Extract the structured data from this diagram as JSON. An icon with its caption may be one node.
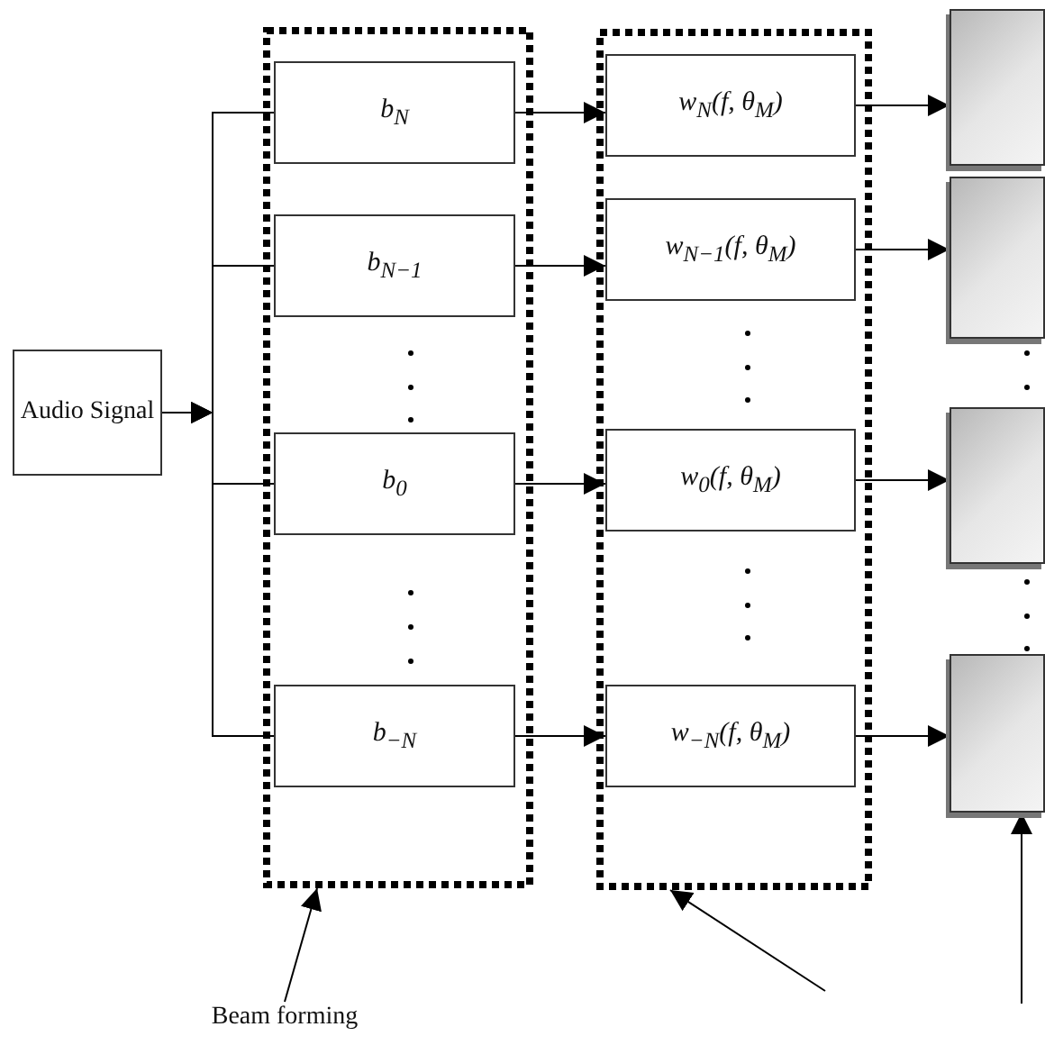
{
  "diagram": {
    "nodes": [
      {
        "text": [
          "Audio Signal"
        ]
      },
      {
        "text": [],
        "shape": "box"
      },
      {
        "text": [
          "b$_{N}$"
        ],
        "in": 1
      },
      {
        "text": [
          "b$_{N−1}$"
        ],
        "in": 1
      },
      {
        "text": [
          "b$_{0}$"
        ],
        "in": 1
      },
      {
        "text": [
          "b$_{−N}$"
        ],
        "in": 1
      },
      {
        "text": [],
        "shape": "box"
      },
      {
        "text": [
          "w$_{N}$(f, θ$_{M}$)"
        ],
        "in": 6
      },
      {
        "text": [
          "w$_{N−1}$(f, θ$_{M}$)"
        ],
        "in": 6
      },
      {
        "text": [
          "w$_{0}$(f, θ$_{M}$)"
        ],
        "in": 6
      },
      {
        "text": [
          "w$_{−N}$(f, θ$_{M}$)"
        ],
        "in": 6
      },
      {
        "text": [],
        "shape": "box"
      },
      {
        "text": [],
        "shape": "box"
      },
      {
        "text": [],
        "shape": "box"
      },
      {
        "text": [],
        "shape": "box"
      },
      {
        "text": [
          "Beam forming"
        ]
      }
    ],
    "edges": [
      {
        "from": 0,
        "to": 2,
        "arrow": "to"
      },
      {
        "from": 0,
        "to": 3,
        "arrow": "to"
      },
      {
        "from": 0,
        "to": 4,
        "arrow": "to"
      },
      {
        "from": 0,
        "to": 5,
        "arrow": "to"
      },
      {
        "from": 2,
        "to": 7,
        "arrow": "to"
      },
      {
        "from": 3,
        "to": 8,
        "arrow": "to"
      },
      {
        "from": 4,
        "to": 9,
        "arrow": "to"
      },
      {
        "from": 5,
        "to": 10,
        "arrow": "to"
      },
      {
        "from": 7,
        "to": 11,
        "arrow": "to"
      },
      {
        "from": 8,
        "to": 12,
        "arrow": "to"
      },
      {
        "from": 9,
        "to": 13,
        "arrow": "to"
      },
      {
        "from": 10,
        "to": 14,
        "arrow": "to"
      },
      {
        "from": 15,
        "to": 1,
        "arrow": "to"
      },
      {
        "from": null,
        "to": 6,
        "arrow": "to"
      },
      {
        "from": null,
        "to": 14,
        "arrow": "to"
      }
    ]
  }
}
